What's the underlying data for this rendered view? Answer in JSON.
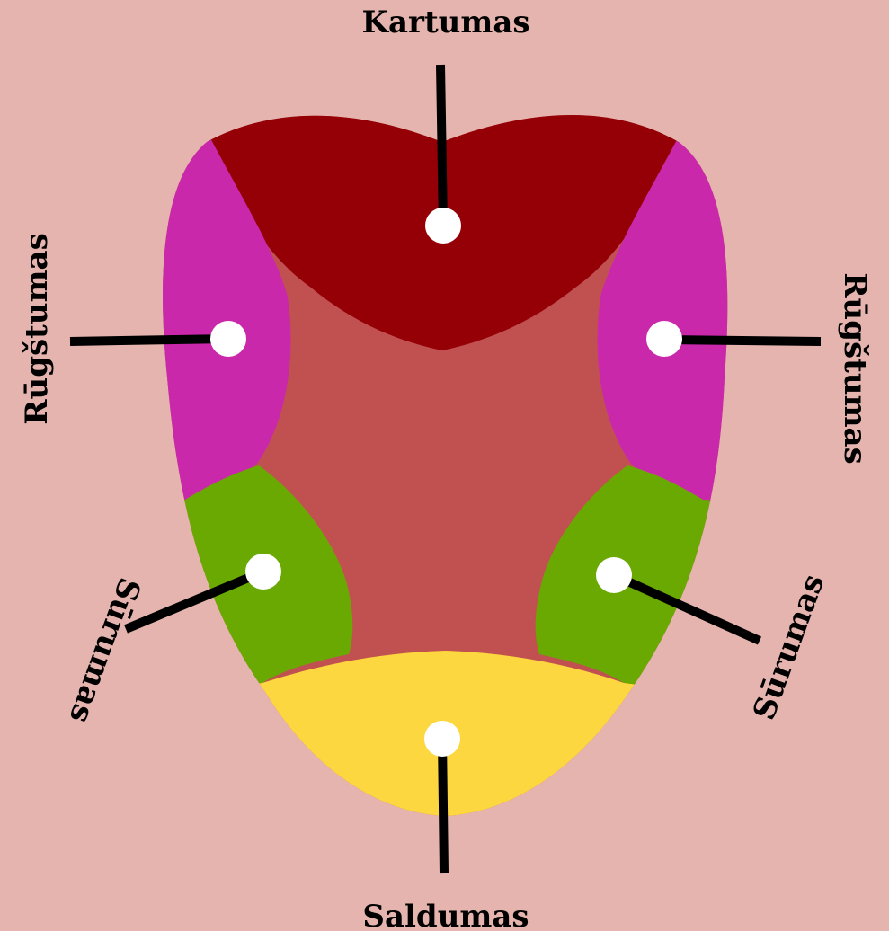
{
  "colors": {
    "background": "#E5B4AE",
    "tongue_base": "#C05150",
    "bitter_zone": "#950007",
    "sour_zone": "#CA28AB",
    "salty_zone": "#6AA902",
    "sweet_zone": "#FDD73F",
    "marker": "#FFFFFF",
    "pointer_line": "#000000"
  },
  "labels": {
    "top": "Kartumas",
    "left_upper": "Rūgštumas",
    "right_upper": "Rūgštumas",
    "left_lower": "Sūrumas",
    "right_lower": "Sūrumas",
    "bottom": "Saldumas"
  }
}
